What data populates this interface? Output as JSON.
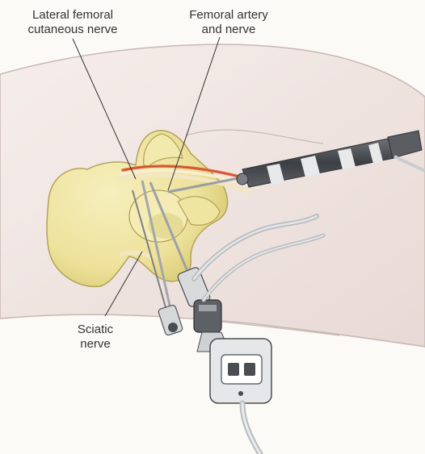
{
  "labels": {
    "lateral_femoral_cutaneous_nerve": [
      "Lateral femoral",
      "cutaneous nerve"
    ],
    "femoral_artery_and_nerve": [
      "Femoral artery",
      "and nerve"
    ],
    "sciatic_nerve": [
      "Sciatic",
      "nerve"
    ]
  },
  "colors": {
    "skin": "#f1e7e4",
    "bone": "#efe6a2",
    "bone_shadow": "#d7cb6e",
    "nerve": "#f4e9c8",
    "artery": "#e2673f",
    "instrument_dark": "#4a4d52",
    "instrument_light": "#d9dadc",
    "cable": "#c9ccd0",
    "leader_line": "#333333"
  }
}
